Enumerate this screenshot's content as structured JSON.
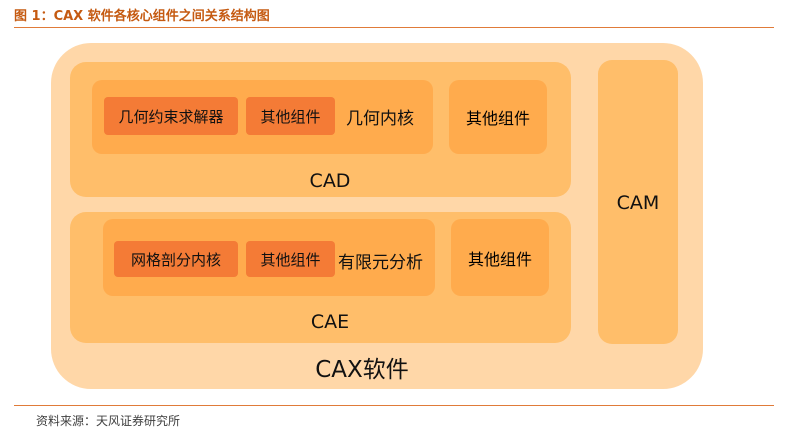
{
  "header": {
    "figure_title": "图 1：CAX 软件各核心组件之间关系结构图"
  },
  "footer": {
    "source": "资料来源：天风证券研究所"
  },
  "diagram": {
    "outer_label": "CAX软件",
    "cad": {
      "label": "CAD",
      "kernel_components": [
        "几何约束求解器",
        "其他组件"
      ],
      "kernel_label": "几何内核",
      "other_label": "其他组件"
    },
    "cae": {
      "label": "CAE",
      "kernel_components": [
        "网格剖分内核",
        "其他组件"
      ],
      "kernel_label": "有限元分析",
      "other_label": "其他组件"
    },
    "cam": {
      "label": "CAM"
    }
  }
}
